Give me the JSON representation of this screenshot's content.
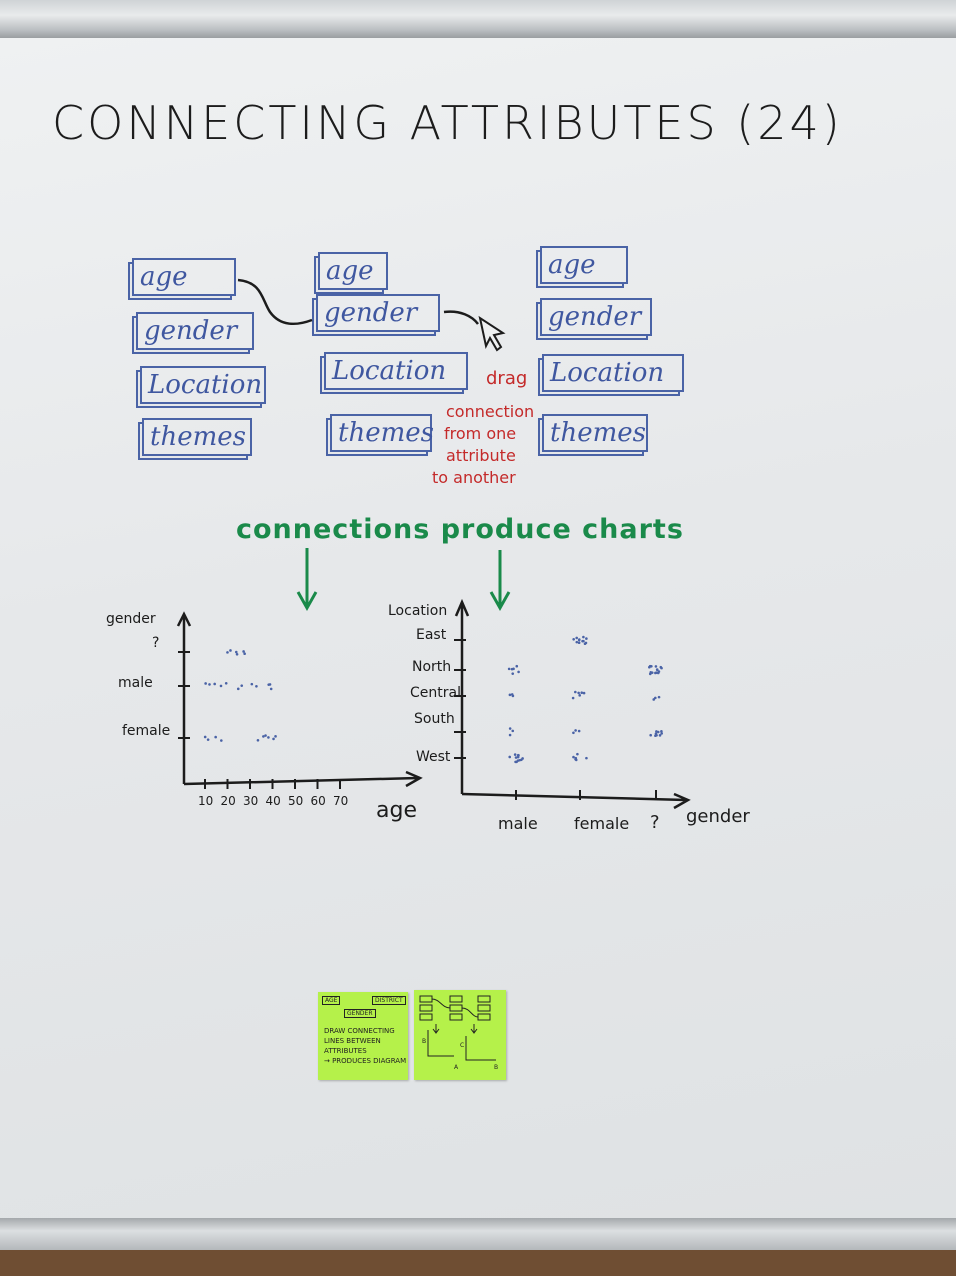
{
  "title": "CONNECTING ATTRIBUTES (24)",
  "attribute_columns": [
    {
      "items": [
        "age",
        "gender",
        "Location",
        "themes"
      ]
    },
    {
      "items": [
        "age",
        "gender",
        "Location",
        "themes"
      ]
    },
    {
      "items": [
        "age",
        "gender",
        "Location",
        "themes"
      ]
    }
  ],
  "drag_label": {
    "title": "drag",
    "lines": [
      "connection",
      "from one",
      "attribute",
      "to another"
    ]
  },
  "connections_label": "connections produce charts",
  "colors": {
    "blue_marker": "#4a63a6",
    "red_marker": "#c42a2a",
    "green_marker": "#1a8a4a",
    "black_marker": "#1c1c1c",
    "postit": "#b5f14a"
  },
  "chart_data": [
    {
      "type": "scatter",
      "xlabel": "age",
      "ylabel": "gender",
      "x_ticks": [
        "10",
        "20",
        "30",
        "40",
        "50",
        "60",
        "70"
      ],
      "y_categories": [
        "female",
        "male",
        "?"
      ],
      "series": [
        {
          "values": [
            [
              20,
              2
            ],
            [
              22,
              2
            ],
            [
              24,
              2
            ],
            [
              25,
              2
            ],
            [
              27,
              2
            ],
            [
              28,
              2
            ],
            [
              10,
              1
            ],
            [
              12,
              1
            ],
            [
              14,
              1
            ],
            [
              17,
              1
            ],
            [
              20,
              1
            ],
            [
              24,
              1
            ],
            [
              27,
              1
            ],
            [
              30,
              1
            ],
            [
              33,
              1
            ],
            [
              38,
              1
            ],
            [
              40,
              1
            ],
            [
              39,
              1
            ],
            [
              10,
              0
            ],
            [
              12,
              0
            ],
            [
              15,
              0
            ],
            [
              18,
              0
            ],
            [
              34,
              0
            ],
            [
              36,
              0
            ],
            [
              38,
              0
            ],
            [
              40,
              0
            ],
            [
              42,
              0
            ],
            [
              37,
              0
            ]
          ]
        }
      ]
    },
    {
      "type": "scatter",
      "xlabel": "gender",
      "ylabel": "Location",
      "x_categories": [
        "male",
        "female",
        "?"
      ],
      "y_categories": [
        "West",
        "South",
        "Central",
        "North",
        "East"
      ],
      "series": [
        {
          "values": [
            [
              "female",
              "East"
            ],
            [
              "female",
              "East"
            ],
            [
              "female",
              "East"
            ],
            [
              "female",
              "East"
            ],
            [
              "male",
              "North"
            ],
            [
              "male",
              "North"
            ],
            [
              "?",
              "North"
            ],
            [
              "?",
              "North"
            ],
            [
              "?",
              "North"
            ],
            [
              "?",
              "North"
            ],
            [
              "?",
              "North"
            ],
            [
              "male",
              "Central"
            ],
            [
              "female",
              "Central"
            ],
            [
              "female",
              "Central"
            ],
            [
              "?",
              "Central"
            ],
            [
              "male",
              "South"
            ],
            [
              "female",
              "South"
            ],
            [
              "?",
              "South"
            ],
            [
              "?",
              "South"
            ],
            [
              "?",
              "South"
            ],
            [
              "male",
              "West"
            ],
            [
              "male",
              "West"
            ],
            [
              "male",
              "West"
            ],
            [
              "male",
              "West"
            ],
            [
              "female",
              "West"
            ],
            [
              "female",
              "West"
            ]
          ]
        }
      ]
    }
  ],
  "postit_left": {
    "header_tags": [
      "AGE",
      "DISTRICT",
      "GENDER"
    ],
    "lines": [
      "DRAW CONNECTING",
      "LINES BETWEEN",
      "ATTRIBUTES",
      "→ PRODUCES DIAGRAM"
    ]
  },
  "postit_right": {
    "axis_labels": [
      "B",
      "A",
      "C",
      "B"
    ]
  }
}
